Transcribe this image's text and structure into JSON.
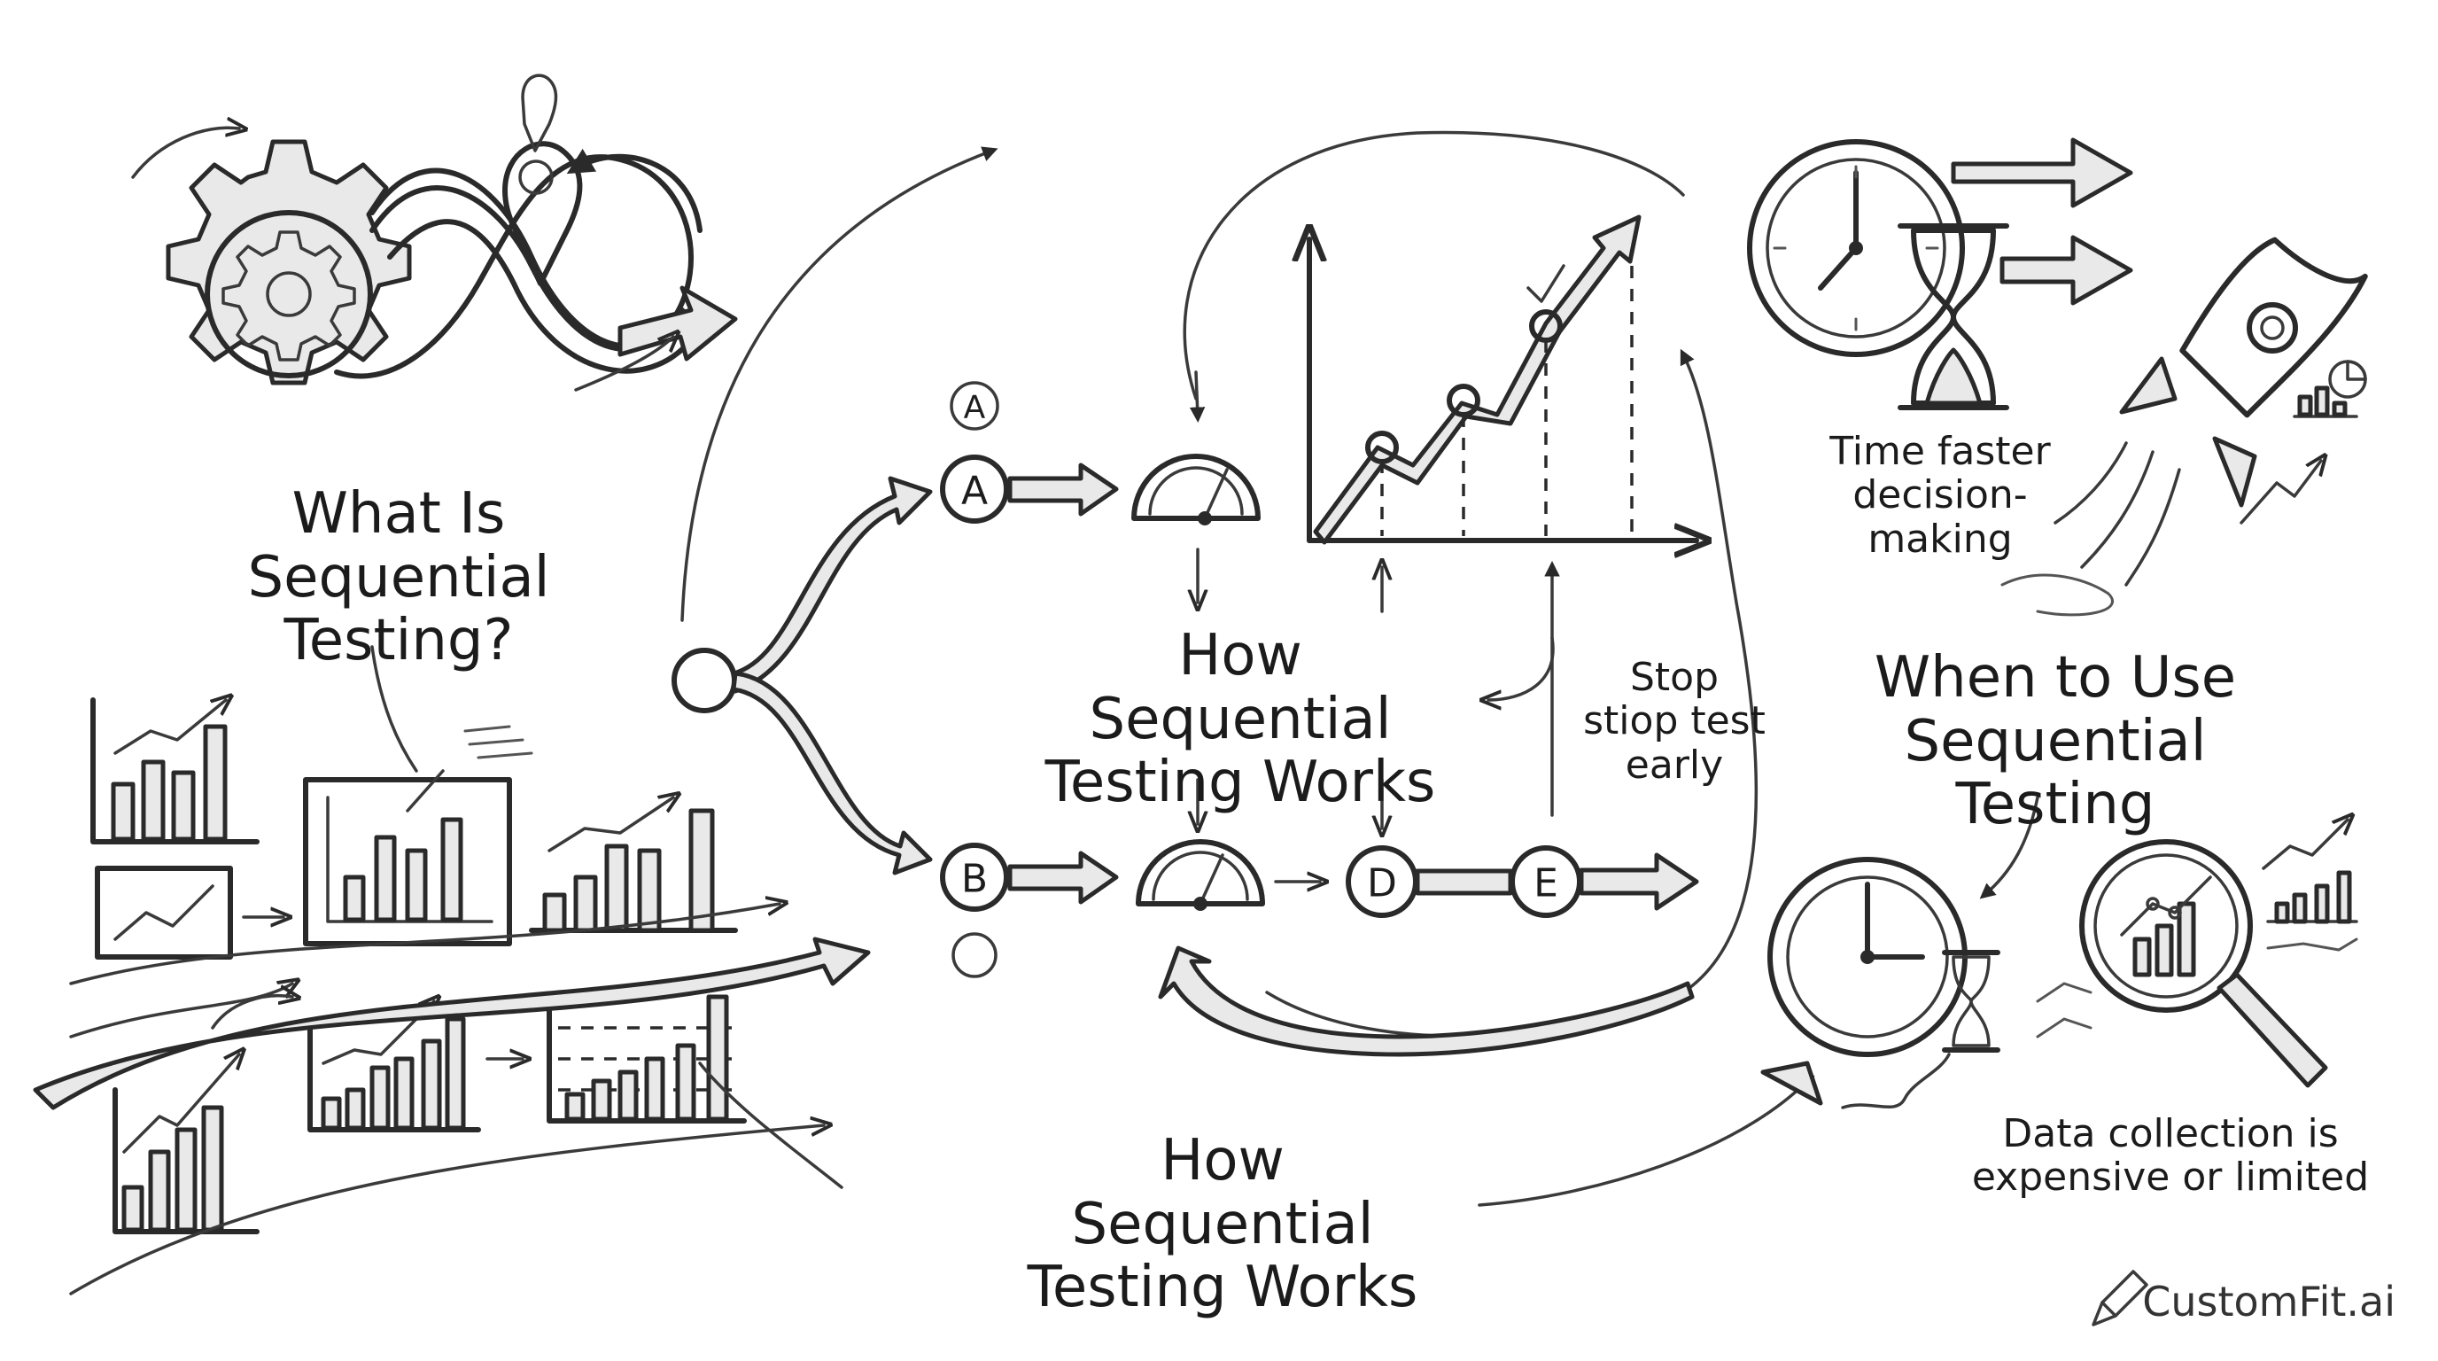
{
  "titles": {
    "what_is": "What Is Sequential Testing?",
    "how_center": "How Sequential Testing Works",
    "how_bottom": "How Sequential Testing Works",
    "when_to_use": "When to Use Sequential Testing"
  },
  "notes": {
    "stop_early": "Stop stiop test early",
    "time_faster": "Time faster decision-making",
    "data_collection": "Data collection is expensive or limited"
  },
  "nodes": {
    "a_top": "A",
    "a": "A",
    "b": "B",
    "d": "D",
    "e": "E"
  },
  "brand": "CustomFit.ai",
  "icons": [
    "gear-icon",
    "infinity-loop-icon",
    "location-pin-icon",
    "bar-chart-icon",
    "gauge-icon",
    "line-chart-icon",
    "clock-icon",
    "hourglass-icon",
    "rocket-icon",
    "magnifier-icon",
    "pencil-icon"
  ]
}
